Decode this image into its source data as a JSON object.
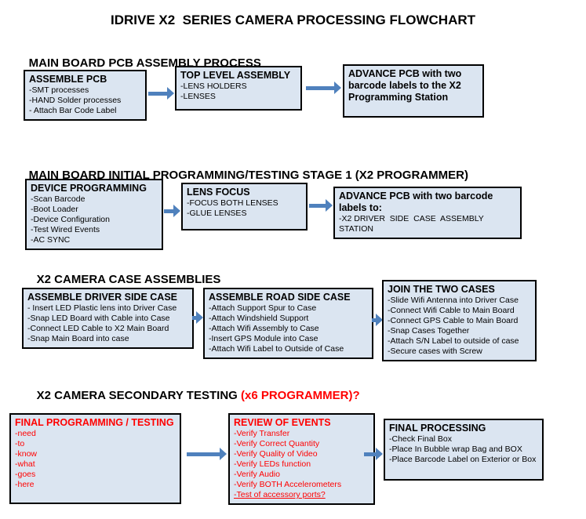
{
  "page_title": "IDRIVE X2  SERIES CAMERA PROCESSING FLOWCHART",
  "colors": {
    "background": "#ffffff",
    "box_fill": "#dbe5f1",
    "box_border": "#000000",
    "arrow": "#4f81bd",
    "red_text": "#ff0000"
  },
  "sections": [
    {
      "heading": "MAIN BOARD PCB ASSEMBLY PROCESS",
      "boxes": [
        {
          "title": "ASSEMBLE PCB",
          "items": [
            "-SMT processes",
            "-HAND Solder processes",
            "- Attach Bar Code Label"
          ]
        },
        {
          "title": "TOP LEVEL ASSEMBLY",
          "items": [
            "-LENS HOLDERS",
            "-LENSES"
          ]
        },
        {
          "title": "ADVANCE PCB with two barcode labels to the X2 Programming Station",
          "items": []
        }
      ]
    },
    {
      "heading": "MAIN BOARD INITIAL PROGRAMMING/TESTING STAGE 1 (X2 PROGRAMMER)",
      "boxes": [
        {
          "title": "DEVICE PROGRAMMING",
          "items": [
            "-Scan Barcode",
            "-Boot Loader",
            "-Device Configuration",
            "-Test Wired Events",
            "-AC SYNC"
          ]
        },
        {
          "title": "LENS FOCUS",
          "items": [
            "-FOCUS BOTH LENSES",
            "-GLUE LENSES"
          ]
        },
        {
          "title": "ADVANCE PCB with two barcode labels to:",
          "items": [
            "-X2 DRIVER  SIDE  CASE  ASSEMBLY STATION"
          ]
        }
      ]
    },
    {
      "heading": "X2 CAMERA CASE ASSEMBLIES",
      "boxes": [
        {
          "title": "ASSEMBLE DRIVER SIDE CASE",
          "items": [
            "- Insert LED Plastic lens into Driver Case",
            "-Snap LED Board with Cable into Case",
            "-Connect LED Cable to X2 Main Board",
            "-Snap Main Board into case"
          ]
        },
        {
          "title": "ASSEMBLE ROAD SIDE CASE",
          "items": [
            "-Attach Support Spur to Case",
            "-Attach Windshield Support",
            "-Attach Wifi Assembly to Case",
            "-Insert GPS Module into Case",
            "-Attach Wifi Label to Outside of Case"
          ]
        },
        {
          "title": "JOIN THE TWO CASES",
          "items": [
            "-Slide Wifi Antenna into Driver Case",
            "-Connect Wifi Cable to Main Board",
            "-Connect GPS Cable to Main Board",
            "-Snap Cases Together",
            "-Attach S/N Label to outside of case",
            "-Secure cases with Screw"
          ]
        }
      ]
    },
    {
      "heading": "X2 CAMERA SECONDARY TESTING",
      "heading_suffix": " (x6 PROGRAMMER)?",
      "boxes": [
        {
          "title": "FINAL PROGRAMMING / TESTING",
          "items": [
            "-need",
            "-to",
            "-know",
            "-what",
            "-goes",
            "-here"
          ]
        },
        {
          "title": "REVIEW OF EVENTS",
          "items": [
            "-Verify Transfer",
            "-Verify Correct Quantity",
            "-Verify Quality of Video",
            "-Verify LEDs function",
            "-Verify Audio",
            "-Verify BOTH Accelerometers"
          ],
          "footnote": "-Test of accessory ports?"
        },
        {
          "title": "FINAL PROCESSING",
          "items": [
            "-Check Final Box",
            "-Place In Bubble wrap Bag and BOX",
            "-Place Barcode Label on Exterior or Box"
          ]
        }
      ]
    }
  ]
}
